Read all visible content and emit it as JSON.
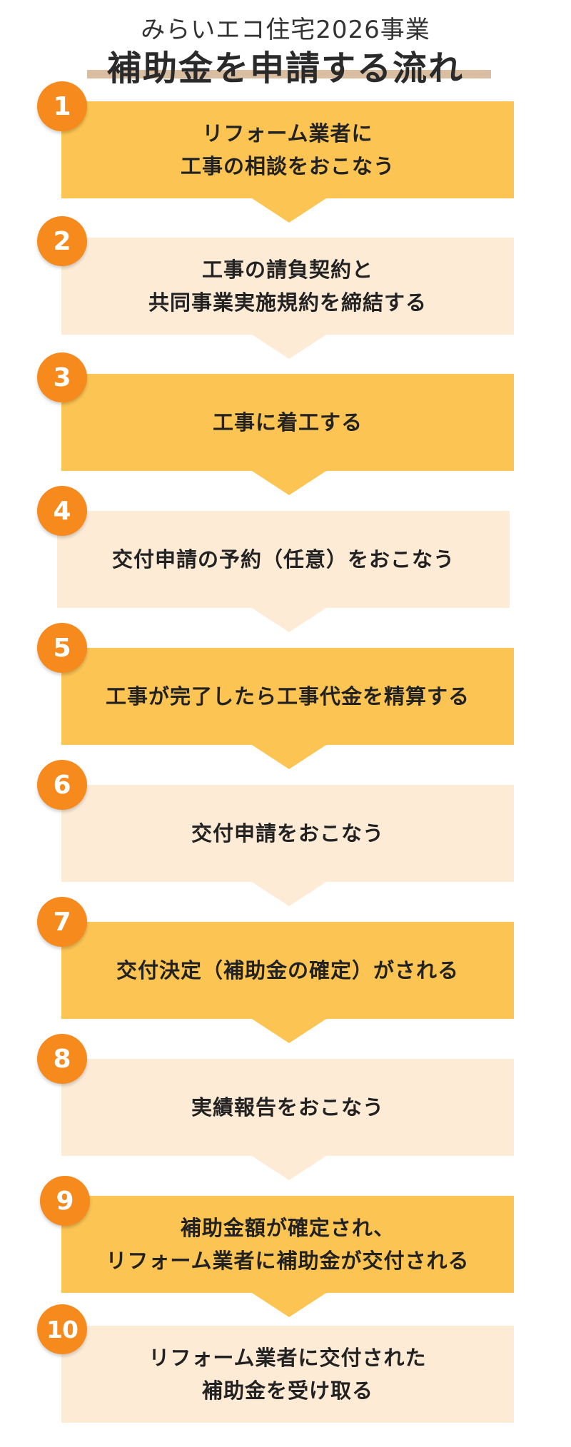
{
  "header": {
    "subtitle": "みらいエコ住宅2026事業",
    "title": "補助金を申請する流れ"
  },
  "steps": [
    {
      "number": "1",
      "text": "リフォーム業者に\n工事の相談をおこなう",
      "style": "dark"
    },
    {
      "number": "2",
      "text": "工事の請負契約と\n共同事業実施規約を締結する",
      "style": "light"
    },
    {
      "number": "3",
      "text": "工事に着工する",
      "style": "dark"
    },
    {
      "number": "4",
      "text": "交付申請の予約（任意）をおこなう",
      "style": "light"
    },
    {
      "number": "5",
      "text": "工事が完了したら工事代金を精算する",
      "style": "dark"
    },
    {
      "number": "6",
      "text": "交付申請をおこなう",
      "style": "light"
    },
    {
      "number": "7",
      "text": "交付決定（補助金の確定）がされる",
      "style": "dark"
    },
    {
      "number": "8",
      "text": "実績報告をおこなう",
      "style": "light"
    },
    {
      "number": "9",
      "text": "補助金額が確定され、\nリフォーム業者に補助金が交付される",
      "style": "dark"
    },
    {
      "number": "10",
      "text": "リフォーム業者に交付された\n補助金を受け取る",
      "style": "light"
    }
  ],
  "colors": {
    "dark_box": "#fcc452",
    "light_box": "#fdebd6",
    "badge": "#f78a1d",
    "title_underline": "#d9bea2"
  }
}
